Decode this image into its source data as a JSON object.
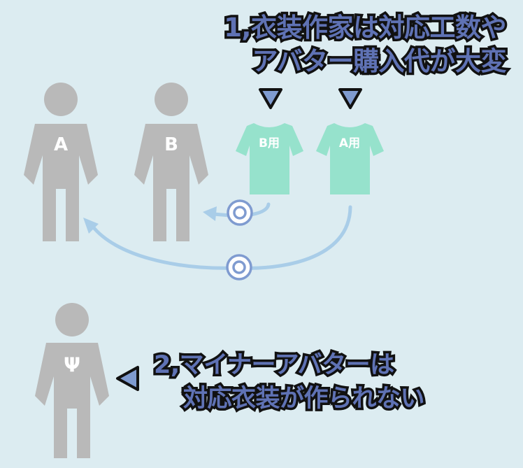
{
  "figures": [
    {
      "letter": "A"
    },
    {
      "letter": "B"
    },
    {
      "letter": "Ψ"
    }
  ],
  "shirts": [
    {
      "label": "B用"
    },
    {
      "label": "A用"
    }
  ],
  "note1": {
    "line1": "1,衣装作家は対応工数や",
    "line2": "アバター購入代が大変"
  },
  "note2": {
    "line1": "2,マイナーアバターは",
    "line2": "対応衣装が作られない"
  },
  "colors": {
    "background": "#dcecf1",
    "figure": "#b9b9b9",
    "shirt": "#96e2cc",
    "arrow": "#a9cde8",
    "marker": "#7f9bd0",
    "note_text": "#5f72b4",
    "note_outline": "#111111"
  }
}
